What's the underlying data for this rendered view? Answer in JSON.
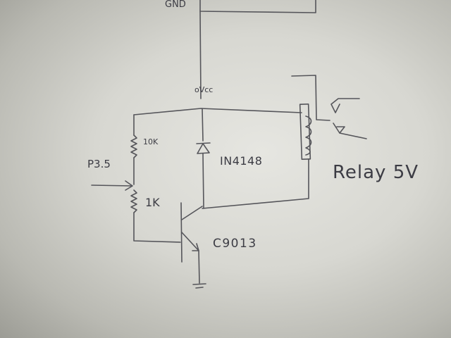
{
  "labels": {
    "gnd": "GND",
    "vcc": "oVcc",
    "resistor_top": "10K",
    "input_pin": "P3.5",
    "diode": "IN4148",
    "relay": "Relay 5V",
    "resistor_bottom": "1K",
    "transistor": "C9013"
  },
  "colors": {
    "paper": "#dcdcd6",
    "ink": "#55555a"
  }
}
